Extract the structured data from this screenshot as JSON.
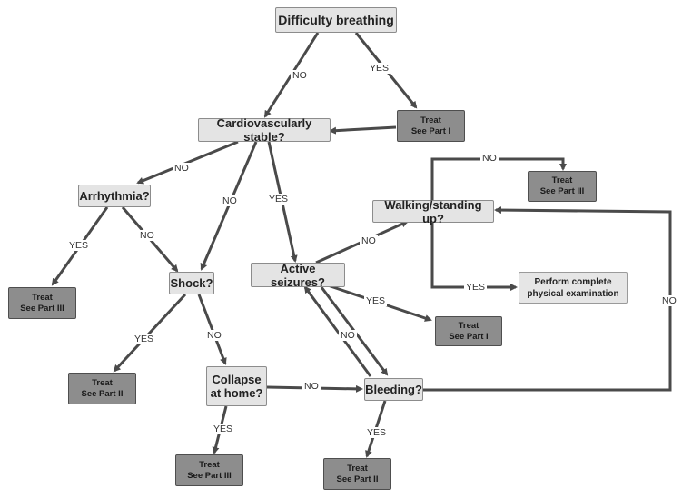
{
  "nodes": {
    "difficulty_breathing": "Difficulty breathing",
    "cardiovascularly_stable": "Cardiovascularly stable?",
    "arrhythmia": "Arrhythmia?",
    "shock": "Shock?",
    "active_seizures": "Active seizures?",
    "walking_standing": "Walking/standing up?",
    "collapse_line1": "Collapse",
    "collapse_line2": "at home?",
    "bleeding": "Bleeding?",
    "exam_line1": "Perform complete",
    "exam_line2": "physical examination"
  },
  "treat": {
    "treat_label": "Treat",
    "part1": "See Part I",
    "part2": "See Part II",
    "part3": "See Part III"
  },
  "edges": {
    "yes": "YES",
    "no": "NO"
  },
  "colors": {
    "question_fill": "#e4e4e4",
    "treat_fill": "#8d8d8d",
    "arrow": "#4a4a4a"
  }
}
